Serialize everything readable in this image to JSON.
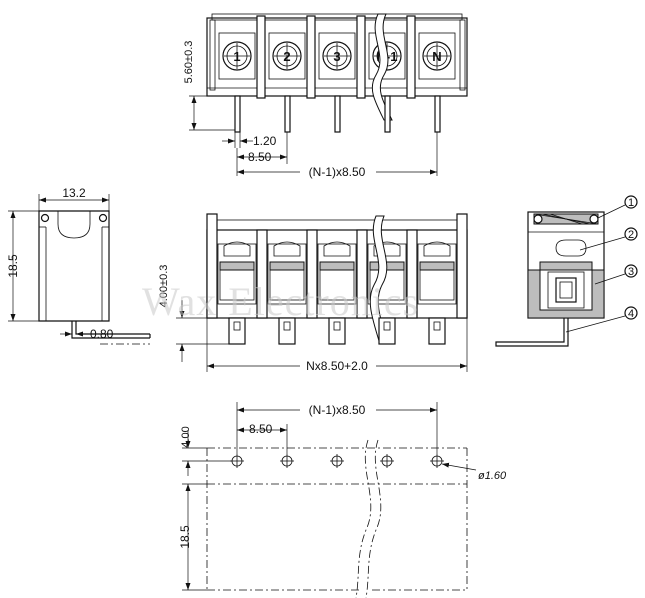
{
  "top_view": {
    "pin_labels": [
      "1",
      "2",
      "3",
      "N-1",
      "N"
    ],
    "dims": {
      "height": "5.60±0.3",
      "pin_width": "1.20",
      "pitch": "8.50",
      "span": "(N-1)x8.50"
    }
  },
  "side_view": {
    "dims": {
      "width": "13.2",
      "height": "18.5",
      "pin_thickness": "0.80"
    }
  },
  "front_view": {
    "dims": {
      "pin_length": "4.00±0.3",
      "total_length": "Nx8.50+2.0"
    }
  },
  "callouts": [
    "1",
    "2",
    "3",
    "4"
  ],
  "pcb_view": {
    "dims": {
      "span": "(N-1)x8.50",
      "pitch": "8.50",
      "edge": "4.00",
      "depth": "18.5",
      "hole": "ø1.60"
    }
  },
  "watermark": "Wax Electronics"
}
